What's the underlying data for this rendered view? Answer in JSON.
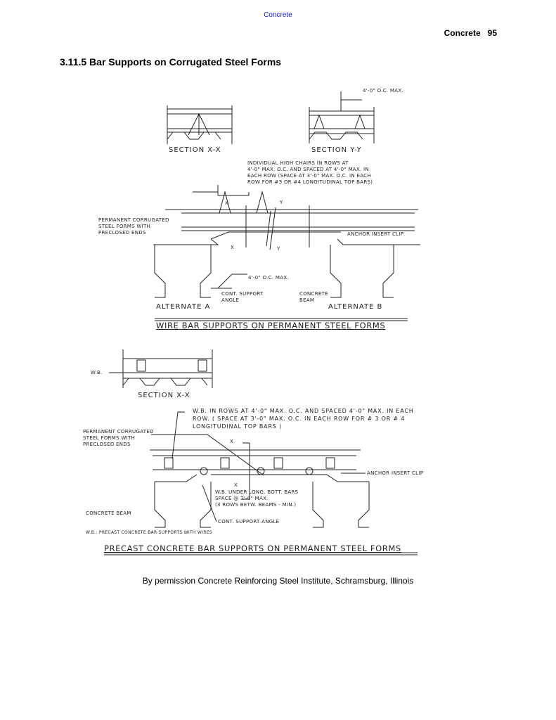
{
  "header": {
    "link": "Concrete",
    "running_title": "Concrete",
    "page_number": "95"
  },
  "section_title": "3.11.5 Bar Supports on Corrugated Steel Forms",
  "figure1": {
    "title": "WIRE BAR SUPPORTS ON PERMANENT STEEL FORMS",
    "section_xx": "SECTION X-X",
    "section_yy": "SECTION Y-Y",
    "spacing_top": "4'-0\" O.C. MAX.",
    "chairs_note": [
      "INDIVIDUAL HIGH CHAIRS IN ROWS AT",
      "4'-0\" MAX. O.C. AND SPACED AT 4'-0\" MAX. IN",
      "EACH ROW (SPACE AT 3'-0\" MAX. O.C. IN EACH",
      "ROW FOR #3 OR #4 LONGITUDINAL TOP BARS)"
    ],
    "forms_note": [
      "PERMANENT CORRUGATED",
      "STEEL FORMS WITH",
      "PRECLOSED ENDS"
    ],
    "anchor": "ANCHOR INSERT CLIP",
    "spacing_bottom": "4'-0\" O.C. MAX.",
    "support_angle": [
      "CONT. SUPPORT",
      "ANGLE"
    ],
    "beam": [
      "CONCRETE",
      "BEAM"
    ],
    "alt_a": "ALTERNATE A",
    "alt_b": "ALTERNATE B",
    "x": "X",
    "y": "Y"
  },
  "figure2": {
    "title": "PRECAST CONCRETE BAR SUPPORTS ON PERMANENT STEEL FORMS",
    "section_xx": "SECTION X-X",
    "wb": "W.B.",
    "wb_note": [
      "W.B. IN ROWS AT 4'-0\" MAX. O.C. AND SPACED 4'-0\" MAX. IN EACH",
      "ROW. ( SPACE AT 3'-0\" MAX. O.C. IN EACH ROW FOR # 3 OR # 4",
      "LONGITUDINAL TOP BARS )"
    ],
    "forms_note": [
      "PERMANENT CORRUGATED",
      "STEEL FORMS WITH",
      "PRECLOSED ENDS"
    ],
    "anchor": "ANCHOR INSERT CLIP",
    "wb_under": [
      "W.B. UNDER LONG. BOTT. BARS",
      "SPACE @ 3'-0\" MAX.",
      "(3 ROWS BETW. BEAMS - MIN.)"
    ],
    "beam": "CONCRETE BEAM",
    "support_angle": "CONT. SUPPORT ANGLE",
    "legend": "W.B.: PRECAST CONCRETE BAR SUPPORTS WITH WIRES",
    "x": "X"
  },
  "caption": "By permission Concrete Reinforcing Steel Institute, Schramsburg, Illinois"
}
